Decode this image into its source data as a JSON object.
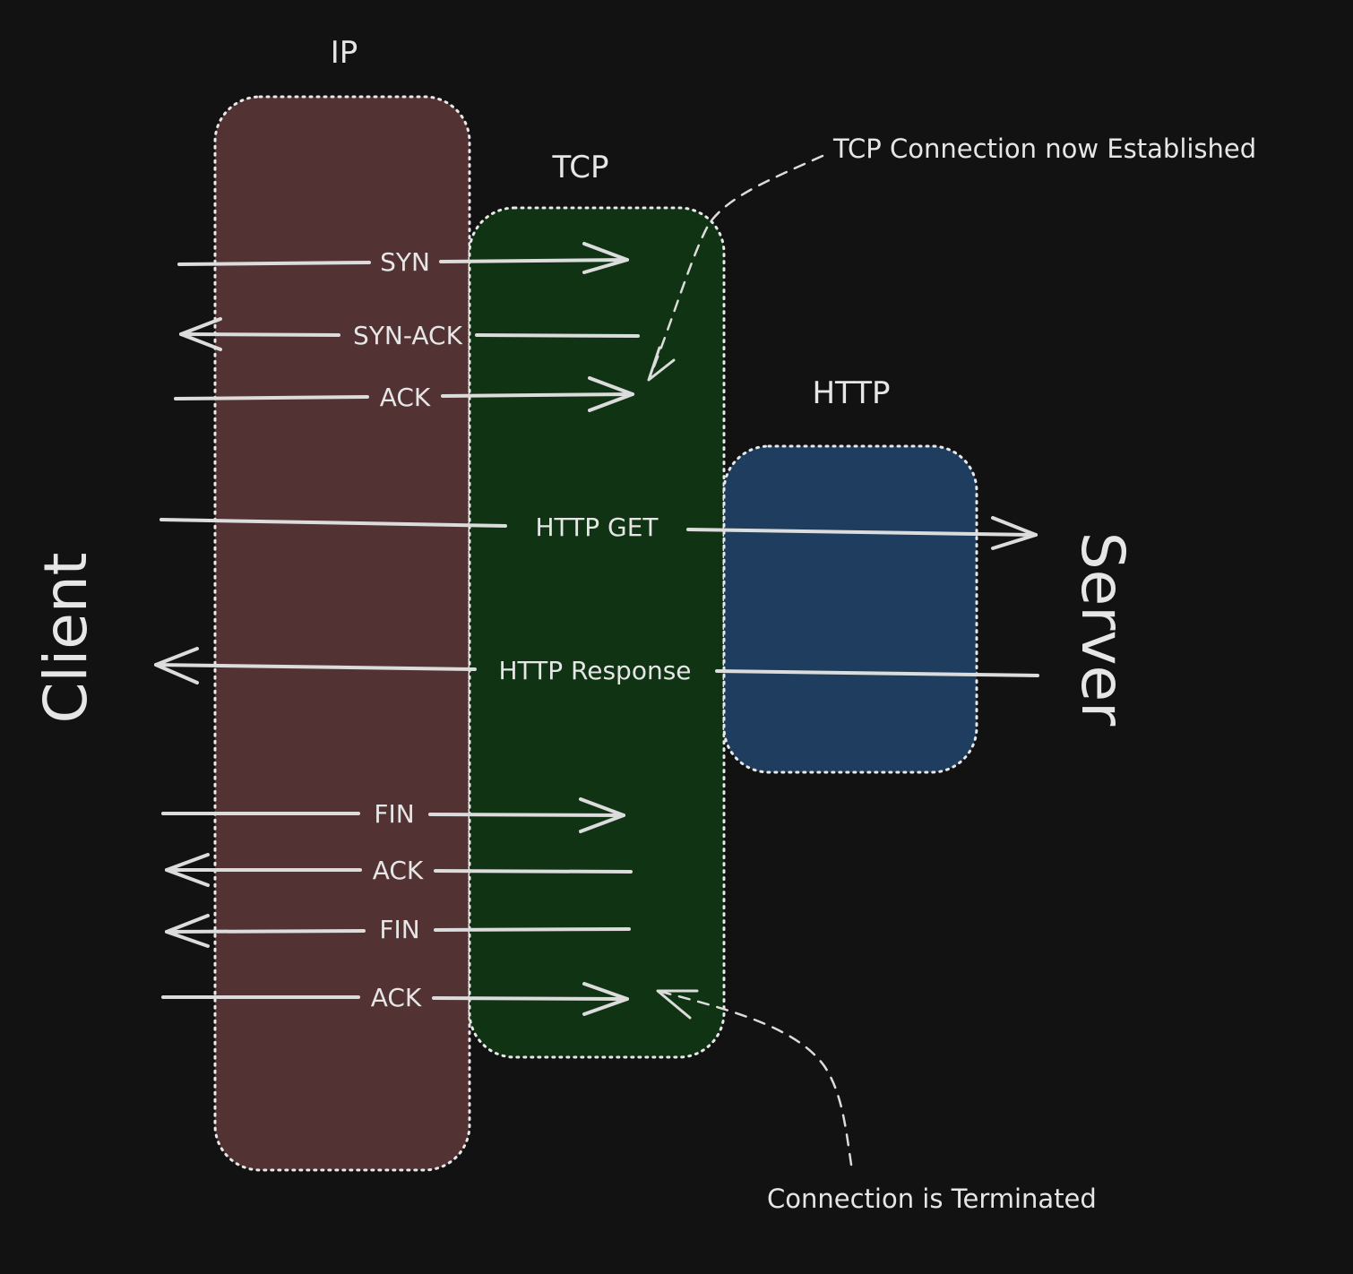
{
  "layers": {
    "ip": {
      "title": "IP",
      "fill": "#523232"
    },
    "tcp": {
      "title": "TCP",
      "fill": "#0f3313"
    },
    "http": {
      "title": "HTTP",
      "fill": "#1e3d5f"
    }
  },
  "endpoints": {
    "client": "Client",
    "server": "Server"
  },
  "messages": [
    {
      "label": "SYN",
      "direction": "right"
    },
    {
      "label": "SYN-ACK",
      "direction": "left"
    },
    {
      "label": "ACK",
      "direction": "right"
    },
    {
      "label": "HTTP GET",
      "direction": "right"
    },
    {
      "label": "HTTP Response",
      "direction": "left"
    },
    {
      "label": "FIN",
      "direction": "right"
    },
    {
      "label": "ACK",
      "direction": "left"
    },
    {
      "label": "FIN",
      "direction": "left"
    },
    {
      "label": "ACK",
      "direction": "right"
    }
  ],
  "annotations": {
    "established": "TCP Connection now Established",
    "terminated": "Connection is Terminated"
  },
  "colors": {
    "background": "#121212",
    "stroke": "#dcdcdc"
  }
}
